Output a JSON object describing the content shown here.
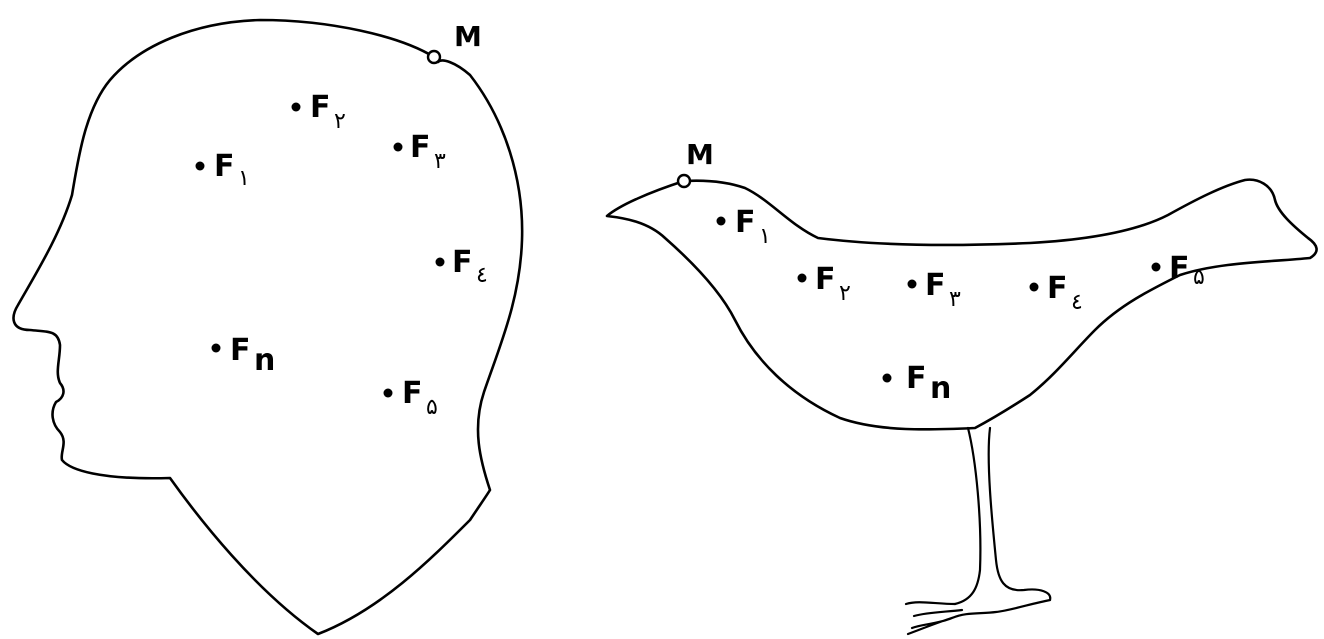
{
  "figures": [
    {
      "name": "head",
      "point_label": "M",
      "foci": [
        {
          "letter": "F",
          "sub": "۱"
        },
        {
          "letter": "F",
          "sub": "۲"
        },
        {
          "letter": "F",
          "sub": "۳"
        },
        {
          "letter": "F",
          "sub": "٤"
        },
        {
          "letter": "F",
          "sub": "n"
        },
        {
          "letter": "F",
          "sub": "۵"
        }
      ]
    },
    {
      "name": "bird",
      "point_label": "M",
      "foci": [
        {
          "letter": "F",
          "sub": "۱"
        },
        {
          "letter": "F",
          "sub": "۲"
        },
        {
          "letter": "F",
          "sub": "۳"
        },
        {
          "letter": "F",
          "sub": "٤"
        },
        {
          "letter": "F",
          "sub": "۵"
        },
        {
          "letter": "F",
          "sub": "n"
        }
      ]
    }
  ]
}
